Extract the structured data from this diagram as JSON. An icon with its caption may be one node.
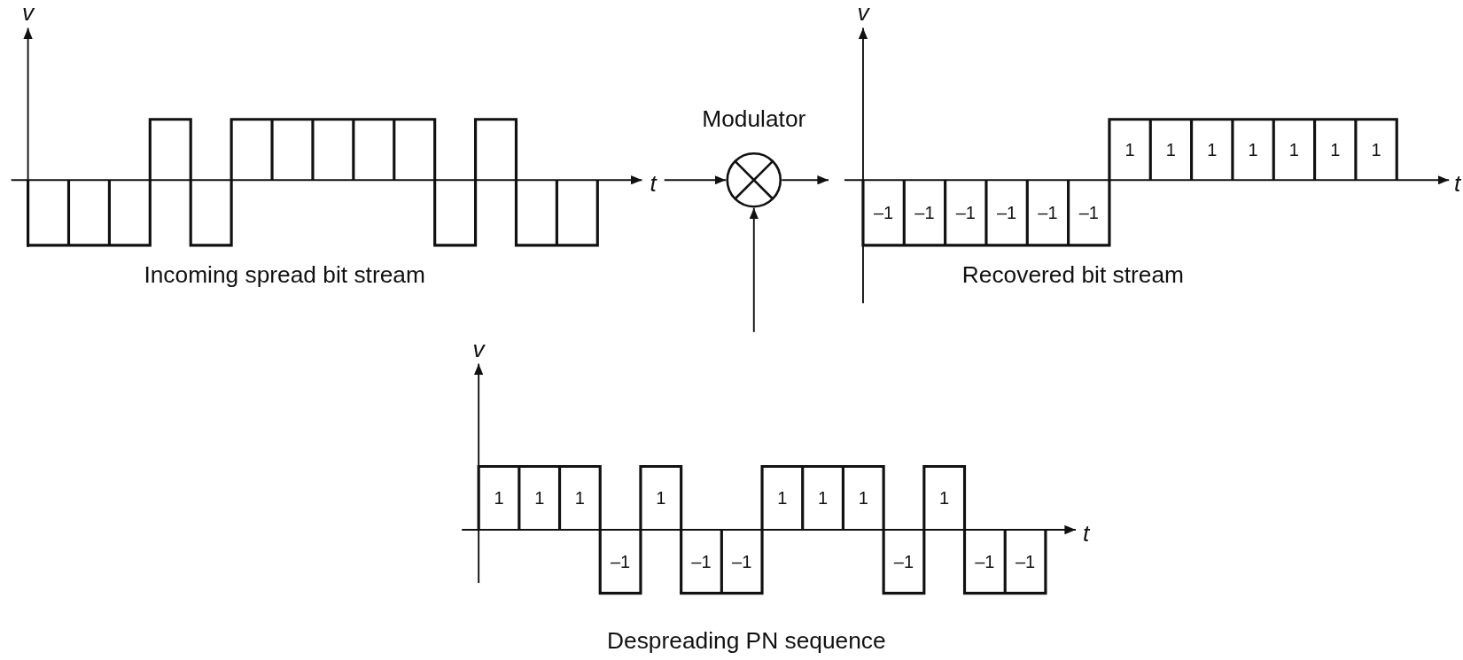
{
  "diagram": {
    "nodes": [
      {
        "text": [
          "Incoming spread bit stream"
        ]
      },
      {
        "text": [],
        "shape": "circle",
        "beside": [
          "Modulator"
        ]
      },
      {
        "text": [
          "Recovered bit stream"
        ]
      },
      {
        "text": [
          "Despreading PN sequence"
        ]
      }
    ],
    "edges": [
      {
        "from": 0,
        "to": 1,
        "arrow": "to"
      },
      {
        "from": 1,
        "to": 2,
        "arrow": "to"
      },
      {
        "from": 3,
        "to": 1,
        "arrow": "to"
      }
    ],
    "labels": [
      "v",
      "t",
      "v",
      "t",
      "–1",
      "–1",
      "–1",
      "–1",
      "–1",
      "–1",
      "1",
      "1",
      "1",
      "1",
      "1",
      "1",
      "1",
      "v",
      "t",
      "1",
      "1",
      "1",
      "–1",
      "1",
      "–1",
      "–1",
      "1",
      "1",
      "1",
      "–1",
      "1",
      "–1",
      "–1"
    ]
  }
}
